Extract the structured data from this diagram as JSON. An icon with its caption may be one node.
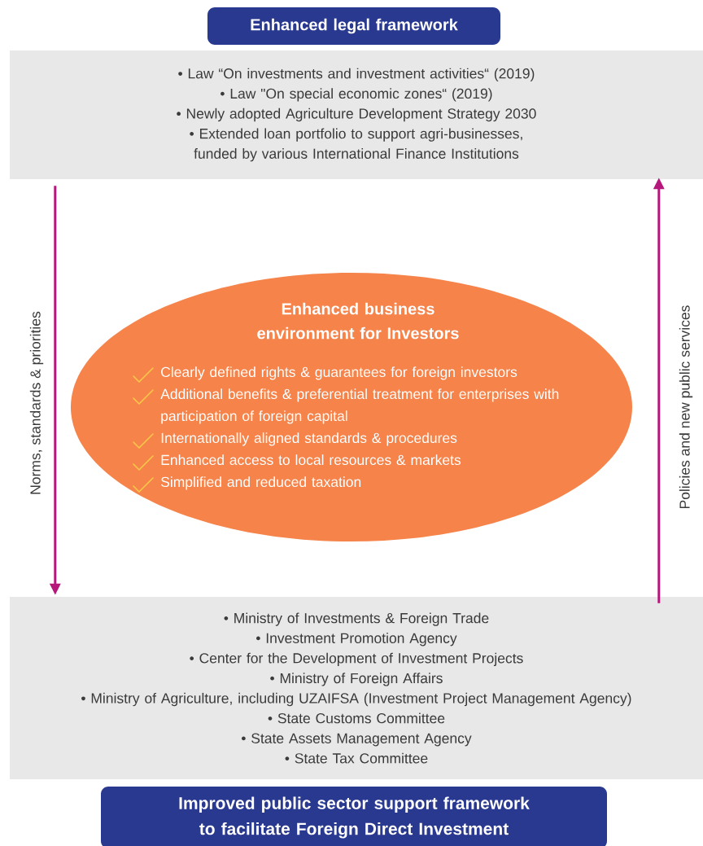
{
  "diagram": {
    "nodes": [
      {
        "text": [
          "Enhanced legal framework"
        ]
      },
      {
        "text": [
          "• Law “On investments and investment activities“ (2019)",
          "• Law \"On special economic zones“ (2019)",
          "• Newly adopted Agriculture Development Strategy 2030",
          "• Extended loan portfolio to support agri-businesses, funded by various International Finance Institutions"
        ]
      },
      {
        "text": [
          "Enhanced business environment for Investors",
          "Clearly defined rights & guarantees for foreign investors",
          "Additional benefits & preferential treatment for enterprises with participation of foreign capital",
          "Internationally aligned standards & procedures",
          "Enhanced access to local resources & markets",
          "Simplified and reduced taxation"
        ]
      },
      {
        "text": [
          "• Ministry of Investments & Foreign Trade",
          "• Investment Promotion Agency",
          "• Center for the Development of Investment Projects",
          "• Ministry of Foreign Affairs",
          "• Ministry of Agriculture, including UZAIFSA (Investment Project Management Agency)",
          "• State Customs Committee",
          "• State Assets Management Agency",
          "• State Tax Committee"
        ]
      },
      {
        "text": [
          "Improved public sector support framework to facilitate Foreign Direct Investment"
        ]
      }
    ],
    "edges": [
      {
        "from": 1,
        "to": 3,
        "arrow": "to",
        "label": "Norms, standards & priorities"
      },
      {
        "from": 3,
        "to": 1,
        "arrow": "to",
        "label": "Policies and new public services"
      }
    ]
  }
}
